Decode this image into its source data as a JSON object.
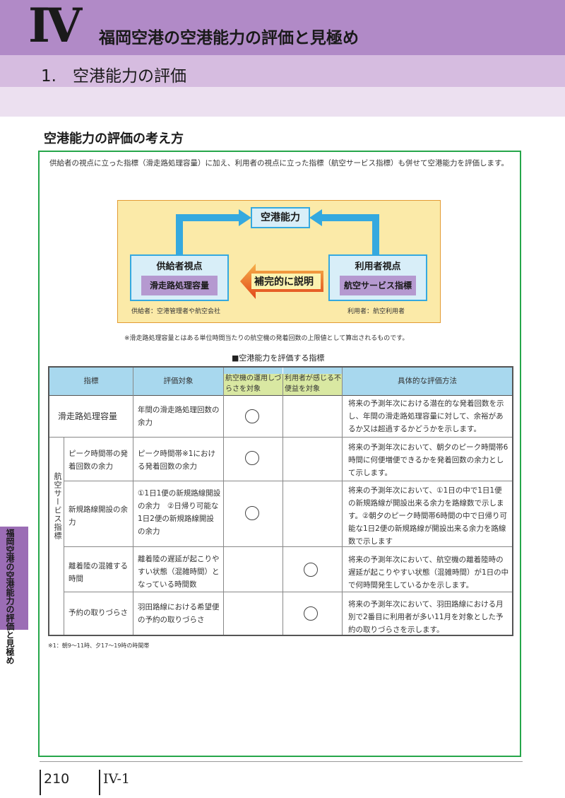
{
  "header": {
    "chapter_roman": "IV",
    "chapter_title": "福岡空港の空港能力の評価と見極め",
    "section_title": "1.　空港能力の評価"
  },
  "subsection_title": "空港能力の評価の考え方",
  "intro_text": "供給者の視点に立った指標（滑走路処理容量）に加え、利用者の視点に立った指標（航空サービス指標）も併せて空港能力を評価します。",
  "diagram": {
    "center": "空港能力",
    "left_title": "供給者視点",
    "left_inner": "滑走路処理容量",
    "right_title": "利用者視点",
    "right_inner": "航空サービス指標",
    "arrow_label": "補完的に説明",
    "left_caption": "供給者：空港管理者や航空会社",
    "right_caption": "利用者：航空利用者"
  },
  "note_capacity": "※滑走路処理容量とはある単位時間当たりの航空機の発着回数の上限値として算出されるものです。",
  "table": {
    "title": "■空港能力を評価する指標",
    "headers": {
      "indicator": "指標",
      "target": "評価対象",
      "col_a": "航空機の運用しづらさを対象",
      "col_b": "利用者が感じる不便益を対象",
      "method": "具体的な評価方法"
    },
    "group_label": "航空サービス指標",
    "rows": [
      {
        "indicator": "滑走路処理容量",
        "target": "年間の滑走路処理回数の余力",
        "mark": "a",
        "method": "将来の予測年次における潜在的な発着回数を示し、年間の滑走路処理容量に対して、余裕があるか又は超過するかどうかを示します。"
      },
      {
        "indicator": "ピーク時間帯の発着回数の余力",
        "target": "ピーク時間帯※1における発着回数の余力",
        "mark": "a",
        "method": "将来の予測年次において、朝夕のピーク時間帯6時間に何便増便できるかを発着回数の余力として示します。"
      },
      {
        "indicator": "新規路線開設の余力",
        "target": "①1日1便の新規路線開設の余力　②日帰り可能な1日2便の新規路線開設の余力",
        "mark": "a",
        "method": "将来の予測年次において、①1日の中で1日1便の新規路線が開設出来る余力を路線数で示します。②朝夕のピーク時間帯6時間の中で日帰り可能な1日2便の新規路線が開設出来る余力を路線数で示します"
      },
      {
        "indicator": "離着陸の混雑する時間",
        "target": "離着陸の遅延が起こりやすい状態（混雑時間）となっている時間数",
        "mark": "b",
        "method": "将来の予測年次において、航空機の離着陸時の遅延が起こりやすい状態（混雑時間）が1日の中で何時間発生しているかを示します。"
      },
      {
        "indicator": "予約の取りづらさ",
        "target": "羽田路線における希望便の予約の取りづらさ",
        "mark": "b",
        "method": "将来の予測年次において、羽田路線における月別で2番目に利用者が多い11月を対象とした予約の取りづらさを示します。"
      }
    ]
  },
  "footnote": "※1：朝9〜11時、夕17〜19時の時間帯",
  "side_tab": "福岡空港の空港能力の評価と見極め",
  "footer": {
    "page_number": "210",
    "section_code": "IV-1"
  },
  "colors": {
    "header_purple": "#b18ac7",
    "header_light": "#d6bce0",
    "frame_green": "#26a64a",
    "diagram_blue": "#35a9df",
    "diagram_bg": "#fbeaa8",
    "arrow_orange": "#f08a1e",
    "table_header_blue": "#a8d8ee",
    "table_header_green": "#d9e8a2"
  }
}
